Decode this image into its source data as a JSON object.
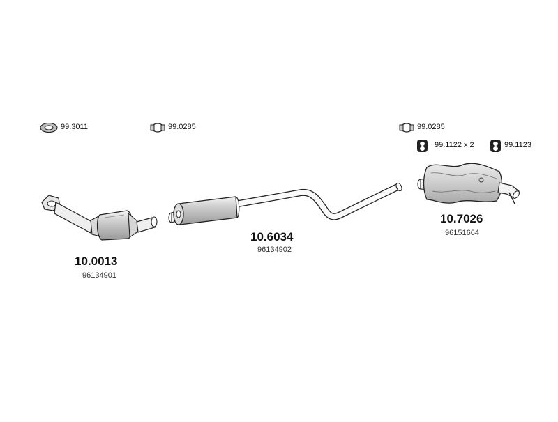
{
  "colors": {
    "line": "#222222",
    "body_fill": "#d9d9d9",
    "shade": "#a8a8a8",
    "light": "#efefef"
  },
  "accessories": [
    {
      "code": "99.3011",
      "icon": "gasket-ring-icon"
    },
    {
      "code": "99.0285",
      "icon": "clamp-icon"
    },
    {
      "code": "99.0285",
      "icon": "clamp-icon"
    },
    {
      "code": "99.1122 x 2",
      "icon": "rubber-hanger-icon"
    },
    {
      "code": "99.1123",
      "icon": "rubber-hanger-icon"
    }
  ],
  "parts": [
    {
      "code": "10.0013",
      "oem": "96134901",
      "icon": "catalytic-converter-icon"
    },
    {
      "code": "10.6034",
      "oem": "96134902",
      "icon": "middle-silencer-icon"
    },
    {
      "code": "10.7026",
      "oem": "96151664",
      "icon": "rear-silencer-icon"
    }
  ]
}
